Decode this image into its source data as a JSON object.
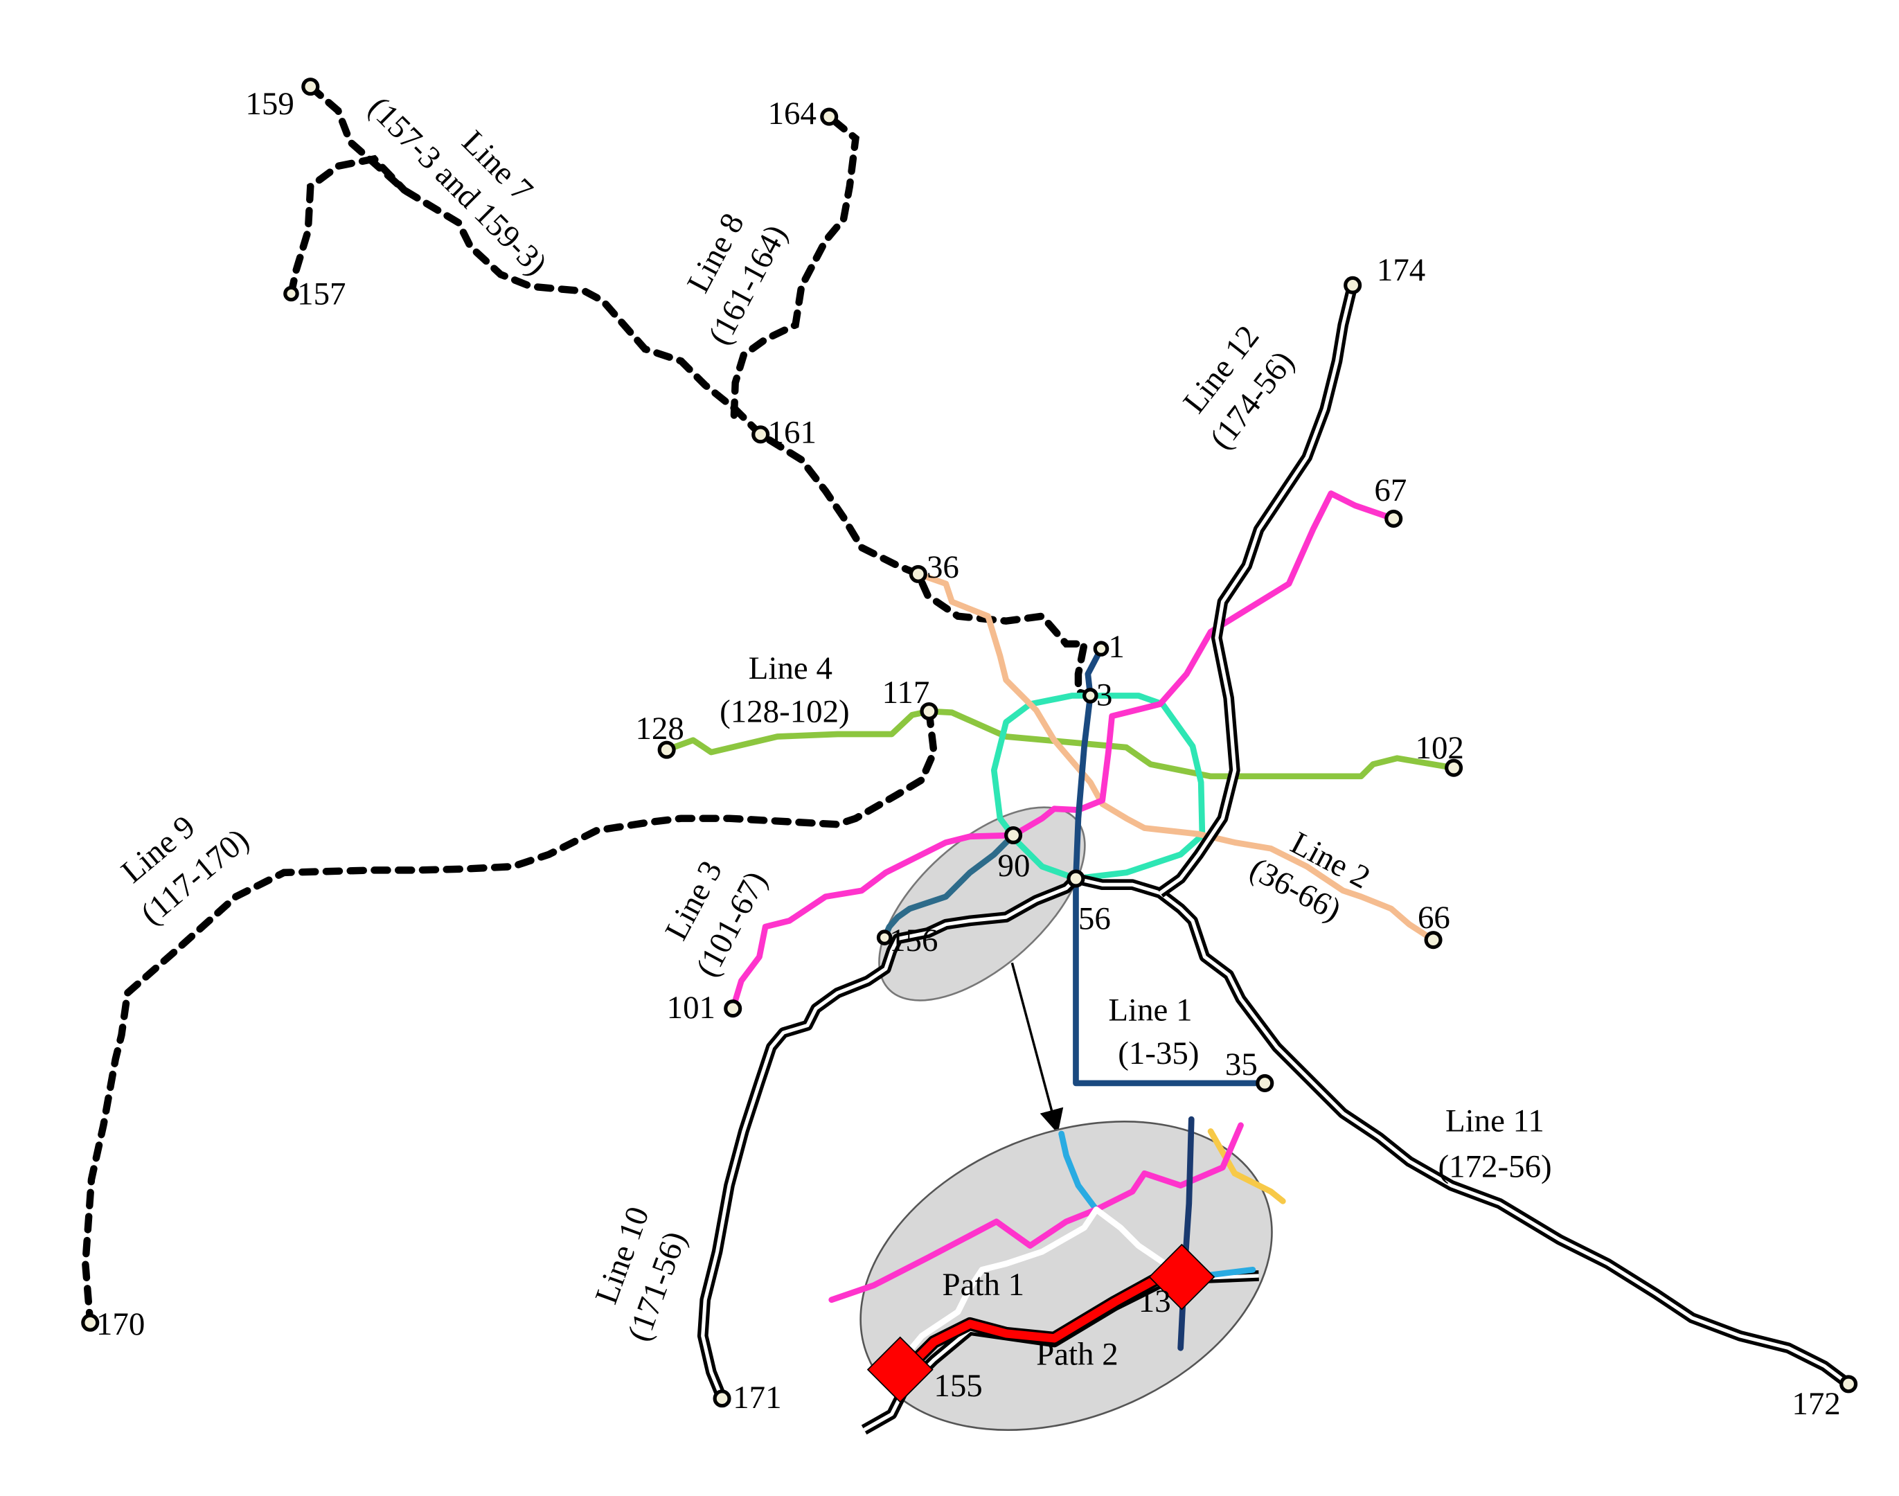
{
  "colors": {
    "line1": "#1a4a80",
    "line2": "#f5bc8f",
    "line3": "#ff33cc",
    "line4": "#8cc63f",
    "line5_ring": "#2ee6b4",
    "line_dashed": "#000000",
    "line_double": "#000000",
    "line_short": "#2d6b8a",
    "highlight_zone": "#d8d8d8",
    "path1": "#ffffff",
    "path2": "#ff0000",
    "detail_light_blue": "#29abe2",
    "detail_yellow": "#f7c948"
  },
  "lines": {
    "l1": {
      "name": "Line 1",
      "range": "(1-35)"
    },
    "l2": {
      "name": "Line 2",
      "range": "(36-66)"
    },
    "l3": {
      "name": "Line 3",
      "range": "(101-67)"
    },
    "l4": {
      "name": "Line 4",
      "range": "(128-102)"
    },
    "l7": {
      "name": "Line 7",
      "range": "(157-3 and 159-3)"
    },
    "l8": {
      "name": "Line 8",
      "range": "(161-164)"
    },
    "l9": {
      "name": "Line 9",
      "range": "(117-170)"
    },
    "l10": {
      "name": "Line 10",
      "range": "(171-56)"
    },
    "l11": {
      "name": "Line 11",
      "range": "(172-56)"
    },
    "l12": {
      "name": "Line 12",
      "range": "(174-56)"
    }
  },
  "stations": {
    "s1": "1",
    "s3": "3",
    "s35": "35",
    "s36": "36",
    "s56": "56",
    "s66": "66",
    "s67": "67",
    "s90": "90",
    "s101": "101",
    "s102": "102",
    "s117": "117",
    "s128": "128",
    "s156": "156",
    "s157": "157",
    "s159": "159",
    "s161": "161",
    "s164": "164",
    "s170": "170",
    "s171": "171",
    "s172": "172",
    "s174": "174"
  },
  "detail": {
    "path1": "Path 1",
    "path2": "Path 2",
    "station155": "155",
    "station13": "13"
  }
}
